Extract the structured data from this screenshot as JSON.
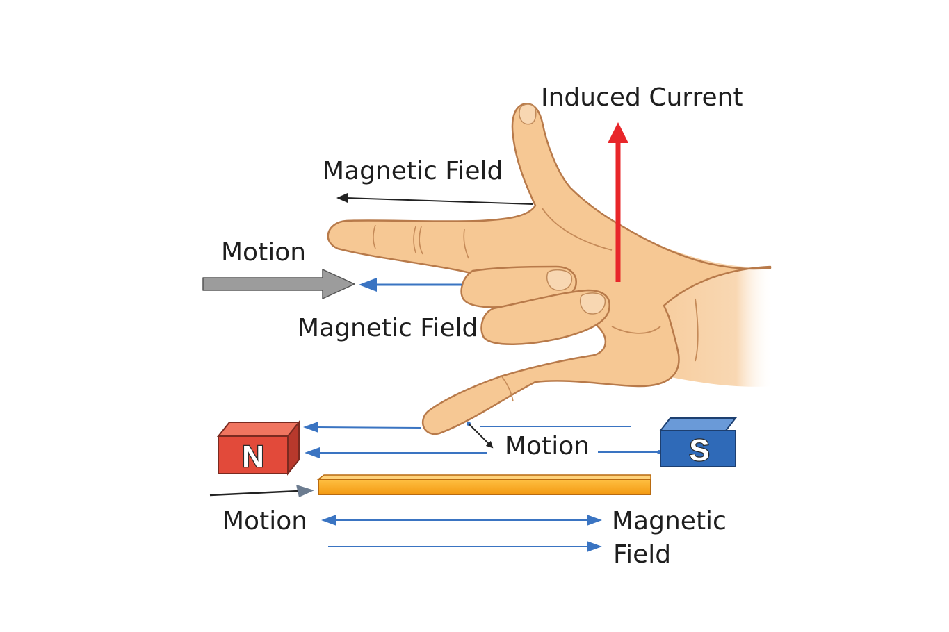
{
  "labels": {
    "induced_current": "Induced Current",
    "magnetic_field_top": "Magnetic Field",
    "motion_left": "Motion",
    "magnetic_field_mid": "Magnetic Field",
    "motion_middle": "Motion",
    "motion_bottom": "Motion",
    "magnetic_field_bottom_line1": "Magnetic",
    "magnetic_field_bottom_line2": "Field"
  },
  "magnets": {
    "north": "N",
    "south": "S"
  },
  "colors": {
    "induced_current_arrow": "#e8262a",
    "field_arrow_blue": "#3a74c2",
    "motion_arrow_gray": "#9c9c9c",
    "north_magnet": "#e24a3a",
    "south_magnet": "#2f6ab8",
    "conductor_bar": "#f7a823",
    "skin": "#f6c894",
    "skin_outline": "#b87a4a"
  }
}
